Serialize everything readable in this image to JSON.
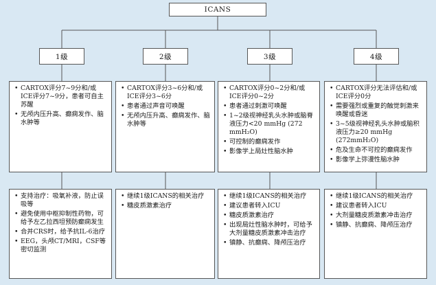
{
  "root": {
    "label": "ICANS"
  },
  "grades": [
    {
      "label": "1级",
      "assessment": [
        "CARTOX评分7~9分和/或ICE评分7~9分，患者可自主苏醒",
        "无颅内压升高、癫痫发作、脑水肿等"
      ],
      "treatment": [
        "支持治疗：吸氧补液，防止误吸等",
        "避免使用中枢抑制性药物，可给予左乙拉西坦预防癫痫发生",
        "合并CRS时，给予抗IL-6治疗",
        "EEG，头颅CT/MRI，CSF等密切监测"
      ]
    },
    {
      "label": "2级",
      "assessment": [
        "CARTOX评分3~6分和/或ICE评分3~6分",
        "患者通过声音可唤醒",
        "无颅内压升高、癫痫发作、脑水肿等"
      ],
      "treatment": [
        "继续1级ICANS的相关治疗",
        "糖皮质激素治疗"
      ]
    },
    {
      "label": "3级",
      "assessment": [
        "CARTOX评分0~2分和/或ICE评分0~2分",
        "患者通过刺激可唤醒",
        "1~2级视神经乳头水肿或脑脊液压力<20 mmHg (272 mmH₂O)",
        "可控制的癫痫发作",
        "影像学上局灶性脑水肿"
      ],
      "treatment": [
        "继续1级ICANS的相关治疗",
        "建议患者转入ICU",
        "糖皮质激素治疗",
        "出现局灶性脑水肿时，可给予大剂量糖皮质激素冲击治疗",
        "镇静、抗癫痫、降颅压治疗"
      ]
    },
    {
      "label": "4级",
      "assessment": [
        "CARTOX评分无法评估和/或ICE评分0分",
        "需要强烈或重复的触觉刺激来唤醒或昏迷",
        "3~5级视神经乳头水肿或脑积液压力≥20 mmHg (272mmH₂O)",
        "危及生命不可控的癫痫发作",
        "影像学上弥漫性脑水肿"
      ],
      "treatment": [
        "继续1级ICANS的相关治疗",
        "建议患者转入ICU",
        "大剂量糖皮质激素冲击治疗",
        "镇静、抗癫痫、降颅压治疗"
      ]
    }
  ]
}
